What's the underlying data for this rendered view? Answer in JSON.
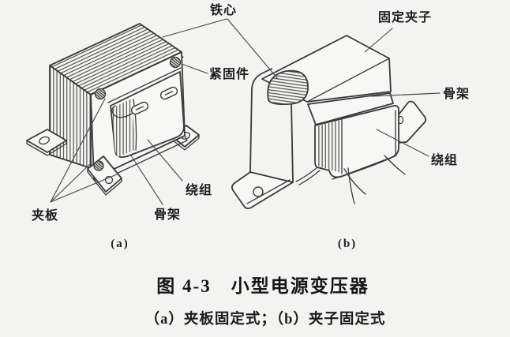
{
  "figure": {
    "caption": "图 4-3　小型电源变压器",
    "subcaption": "（a）夹板固定式；（b）夹子固定式",
    "marker_a": "(a)",
    "marker_b": "(b)"
  },
  "annotations": {
    "iron_core": "铁心",
    "fastener": "紧固件",
    "clamp_plate": "夹板",
    "winding_a": "绕组",
    "bobbin_a": "骨架",
    "fixing_clip": "固定夹子",
    "bobbin_b": "骨架",
    "winding_b": "绕组"
  },
  "colors": {
    "paper": "#f3f3f1",
    "ink": "#3a3a3a",
    "leader_line": "#4a4a4a",
    "text": "#1c1c1c"
  }
}
